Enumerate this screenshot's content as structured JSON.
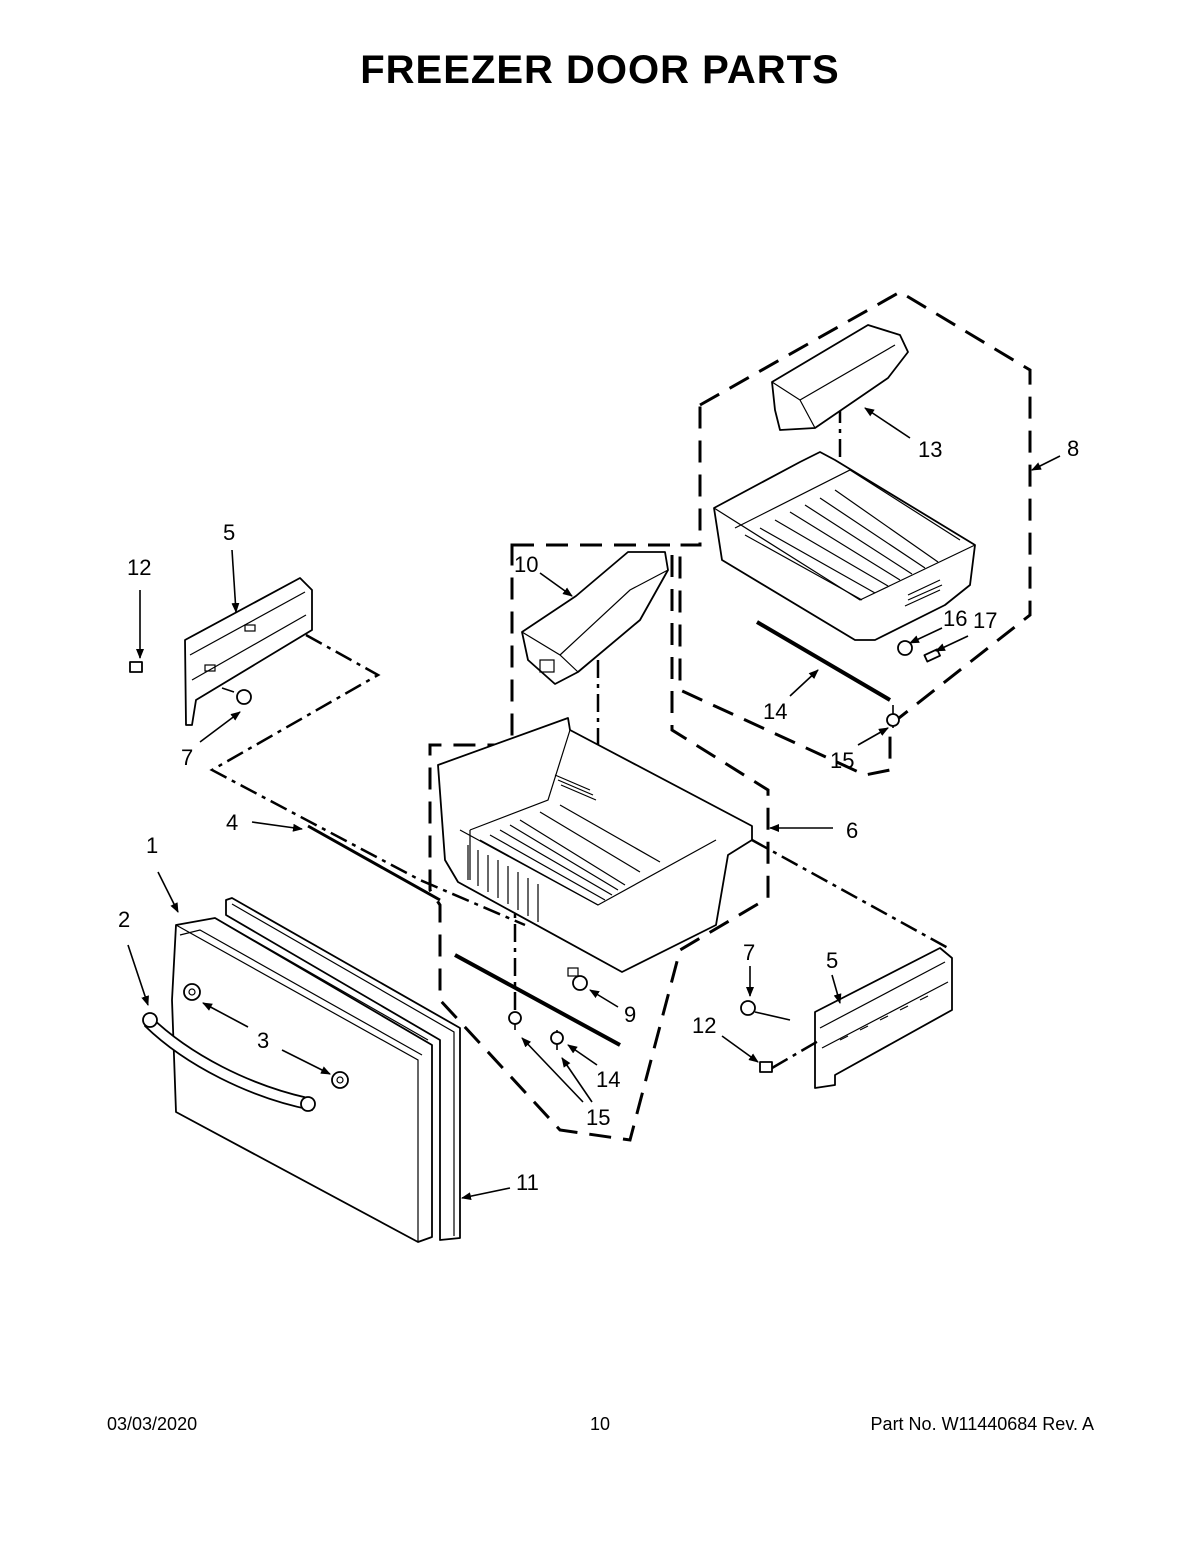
{
  "title": "FREEZER DOOR PARTS",
  "footer": {
    "date": "03/03/2020",
    "page": "10",
    "part_number": "Part No.  W11440684  Rev.  A"
  },
  "callouts": {
    "c1": "1",
    "c2": "2",
    "c3": "3",
    "c4": "4",
    "c5_left": "5",
    "c5_right": "5",
    "c6": "6",
    "c7_left": "7",
    "c7_right": "7",
    "c8": "8",
    "c9": "9",
    "c10": "10",
    "c11": "11",
    "c12_left": "12",
    "c12_right": "12",
    "c13": "13",
    "c14_upper": "14",
    "c14_lower": "14",
    "c15_upper": "15",
    "c15_lower": "15",
    "c16": "16",
    "c17": "17"
  }
}
